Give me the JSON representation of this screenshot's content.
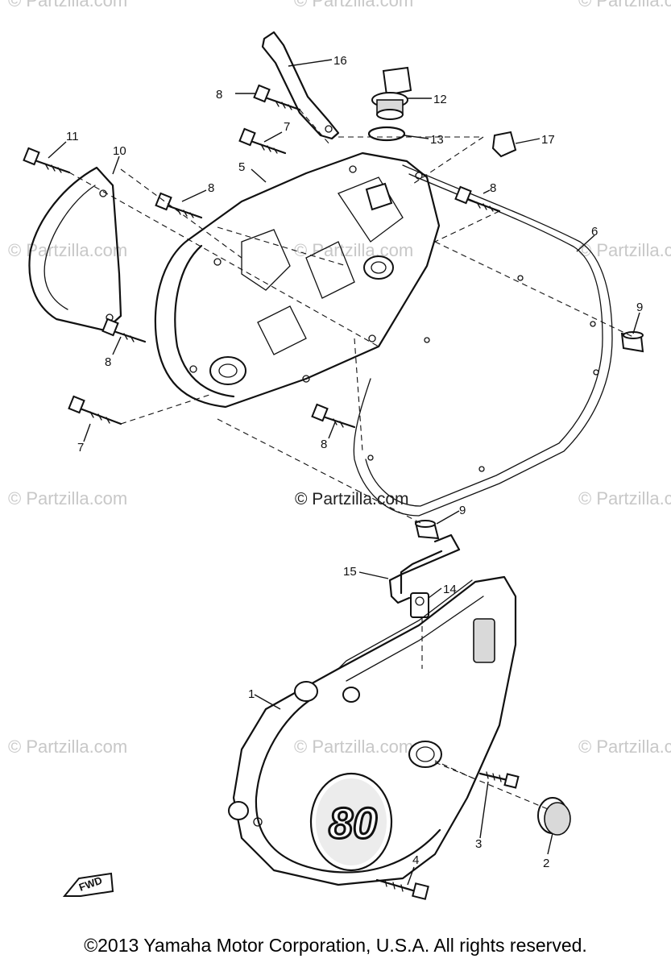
{
  "watermarks": [
    "© Partzilla.com",
    "© Partzilla.com",
    "© Partzilla.com",
    "© Partzilla.com",
    "© Partzilla.com",
    "© Partzilla.com",
    "© Partzilla.com",
    "© Partzilla.com",
    "© Partzilla.com",
    "© Partzilla.com",
    "© Partzilla.com",
    "© Partzilla.com"
  ],
  "center_watermark": "© Partzilla.com",
  "callouts": {
    "c1": "1",
    "c2": "2",
    "c3": "3",
    "c4": "4",
    "c5": "5",
    "c6": "6",
    "c7a": "7",
    "c7b": "7",
    "c8a": "8",
    "c8b": "8",
    "c8c": "8",
    "c8d": "8",
    "c8e": "8",
    "c9a": "9",
    "c9b": "9",
    "c10": "10",
    "c11": "11",
    "c12": "12",
    "c13": "13",
    "c14": "14",
    "c15": "15",
    "c16": "16",
    "c17": "17"
  },
  "emblem_text": "80",
  "direction_label": "FWD",
  "copyright": "©2013  Yamaha Motor Corporation, U.S.A. All rights reserved."
}
